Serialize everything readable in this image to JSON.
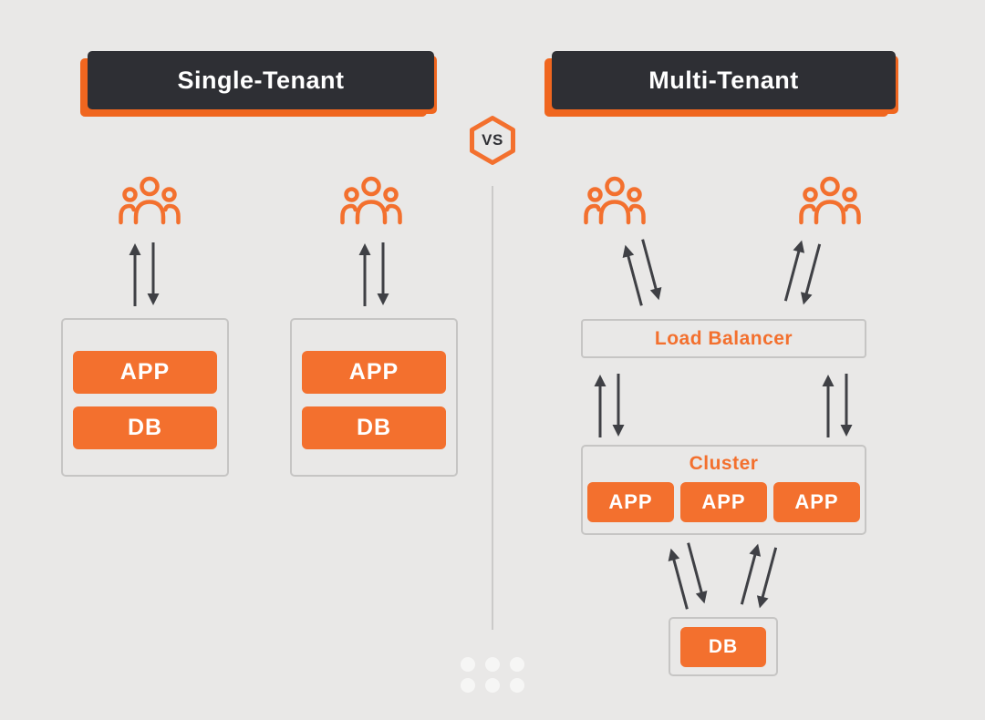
{
  "colors": {
    "background": "#E9E8E7",
    "orange": "#F3702E",
    "orange_deep": "#F0661F",
    "dark": "#2E2F34",
    "arrow": "#3F4045",
    "box_border": "#C6C5C4",
    "divider": "#CBCAC9",
    "white": "#FFFFFF",
    "dot": "rgba(255,255,255,0.6)"
  },
  "badge": {
    "label": "VS"
  },
  "single_tenant": {
    "header": "Single-Tenant",
    "tenants": [
      {
        "stack": {
          "app": "APP",
          "db": "DB"
        }
      },
      {
        "stack": {
          "app": "APP",
          "db": "DB"
        }
      }
    ]
  },
  "multi_tenant": {
    "header": "Multi-Tenant",
    "load_balancer": {
      "label": "Load Balancer"
    },
    "cluster": {
      "label": "Cluster",
      "apps": [
        "APP",
        "APP",
        "APP"
      ]
    },
    "db": {
      "label": "DB"
    }
  }
}
